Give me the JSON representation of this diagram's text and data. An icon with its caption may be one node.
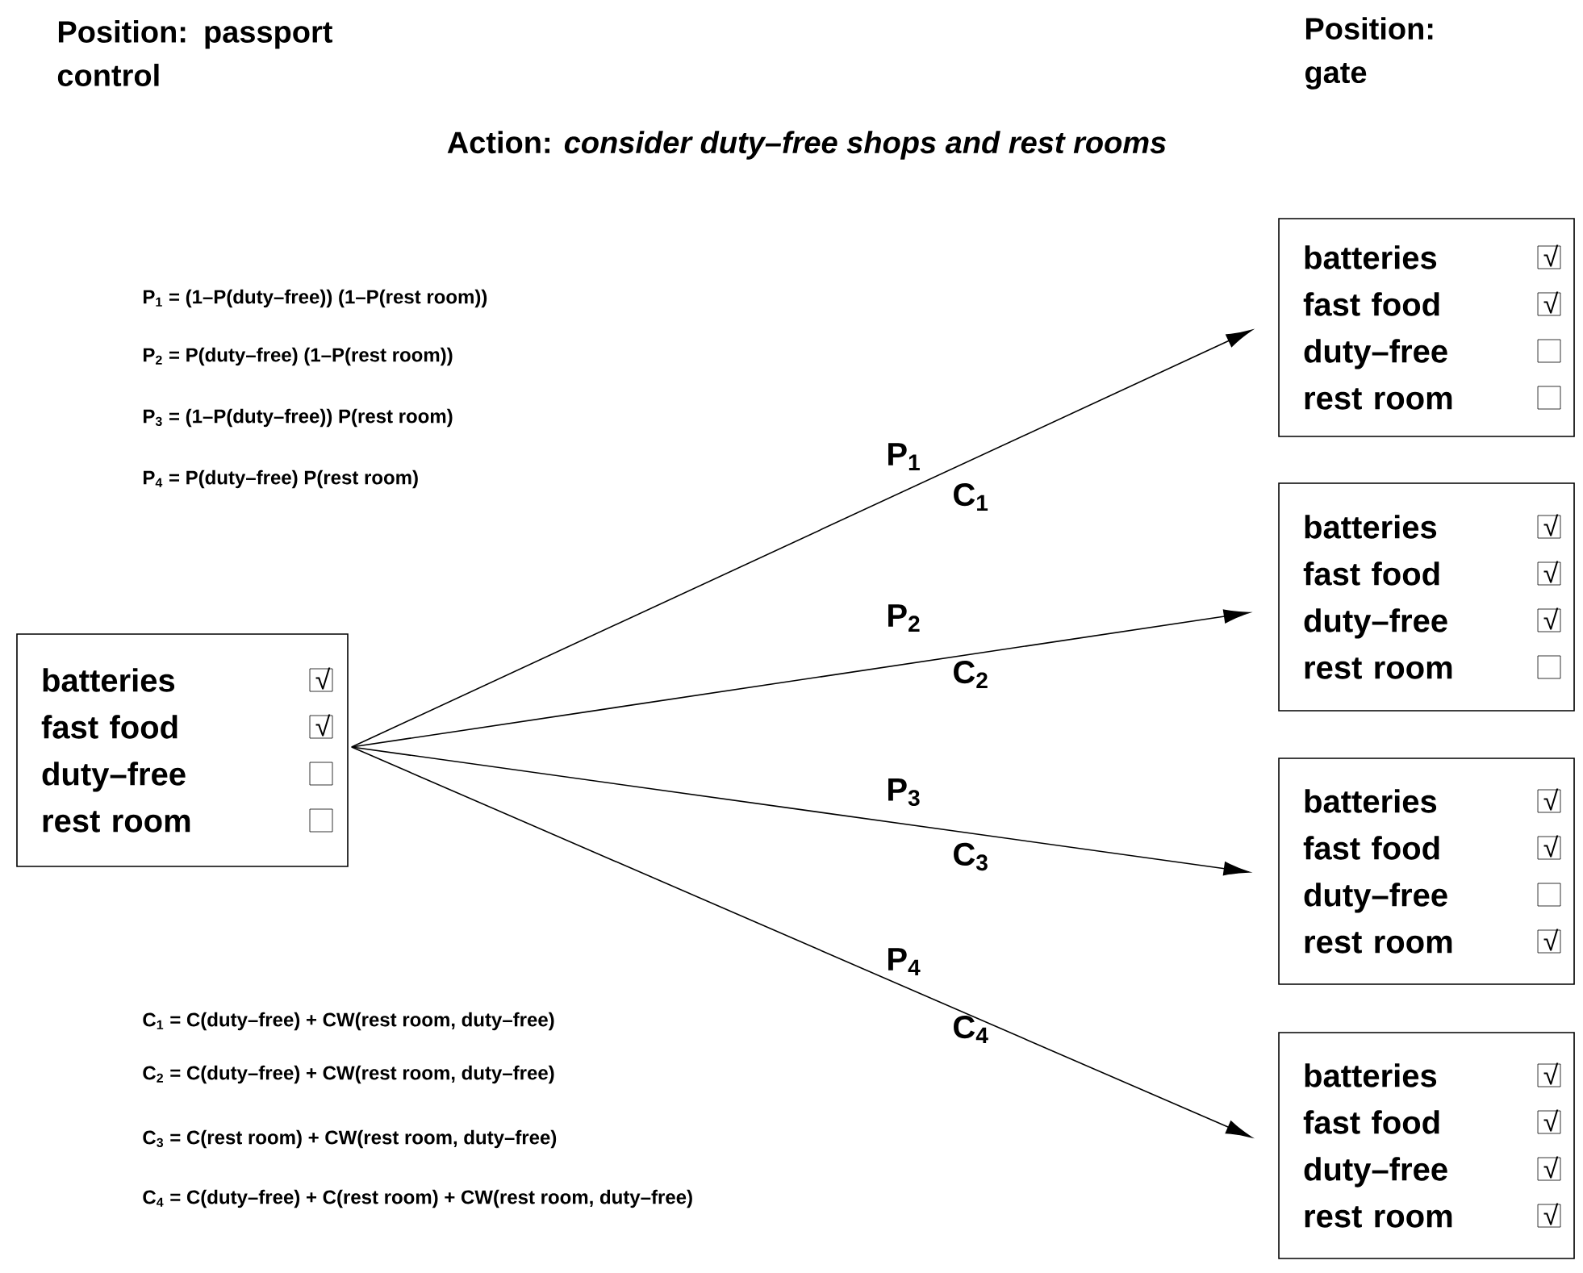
{
  "diagram": {
    "title": "Action:  *consider duty–free shops and rest rooms*",
    "nodes": [
      {
        "text": [
          "batteries",
          "fast food",
          "duty–free",
          "rest room"
        ]
      },
      {
        "text": [
          "batteries",
          "fast food",
          "duty–free",
          "rest room"
        ]
      },
      {
        "text": [
          "batteries",
          "fast food",
          "duty–free",
          "rest room"
        ]
      },
      {
        "text": [
          "batteries",
          "fast food",
          "duty–free",
          "rest room"
        ]
      },
      {
        "text": [
          "batteries",
          "fast food",
          "duty–free",
          "rest room"
        ]
      }
    ],
    "edges": [
      {
        "from": 0,
        "to": 1,
        "arrow": "to",
        "label": "P$_{1}$"
      },
      {
        "from": 0,
        "to": 2,
        "arrow": "to",
        "label": "P$_{2}$"
      },
      {
        "from": 0,
        "to": 3,
        "arrow": "to",
        "label": "P$_{3}$"
      },
      {
        "from": 0,
        "to": 4,
        "arrow": "to",
        "label": "P$_{4}$"
      }
    ],
    "labels": [
      "Position: passport control",
      "Position: gate",
      "P$_{1}$ = (1–P(duty–free)) (1–P(rest room))",
      "P$_{2}$ = P(duty–free) (1–P(rest room))",
      "P$_{3}$ = (1–P(duty–free)) P(rest room)",
      "P$_{4}$ = P(duty–free) P(rest room)",
      "C$_{1}$",
      "C$_{2}$",
      "C$_{3}$",
      "C$_{4}$",
      "C$_{1}$ = C(duty–free) + CW(rest room, duty–free)",
      "C$_{2}$ = C(duty–free) + CW(rest room, duty–free)",
      "C$_{3}$ = C(rest room) + CW(rest room, duty–free)",
      "C$_{4}$ = C(duty–free) + C(rest room) + CW(rest room, duty–free)",
      "√",
      "√",
      "√",
      "√",
      "√",
      "√",
      "√",
      "√",
      "√",
      "√",
      "√",
      "√",
      "√",
      "√"
    ]
  }
}
